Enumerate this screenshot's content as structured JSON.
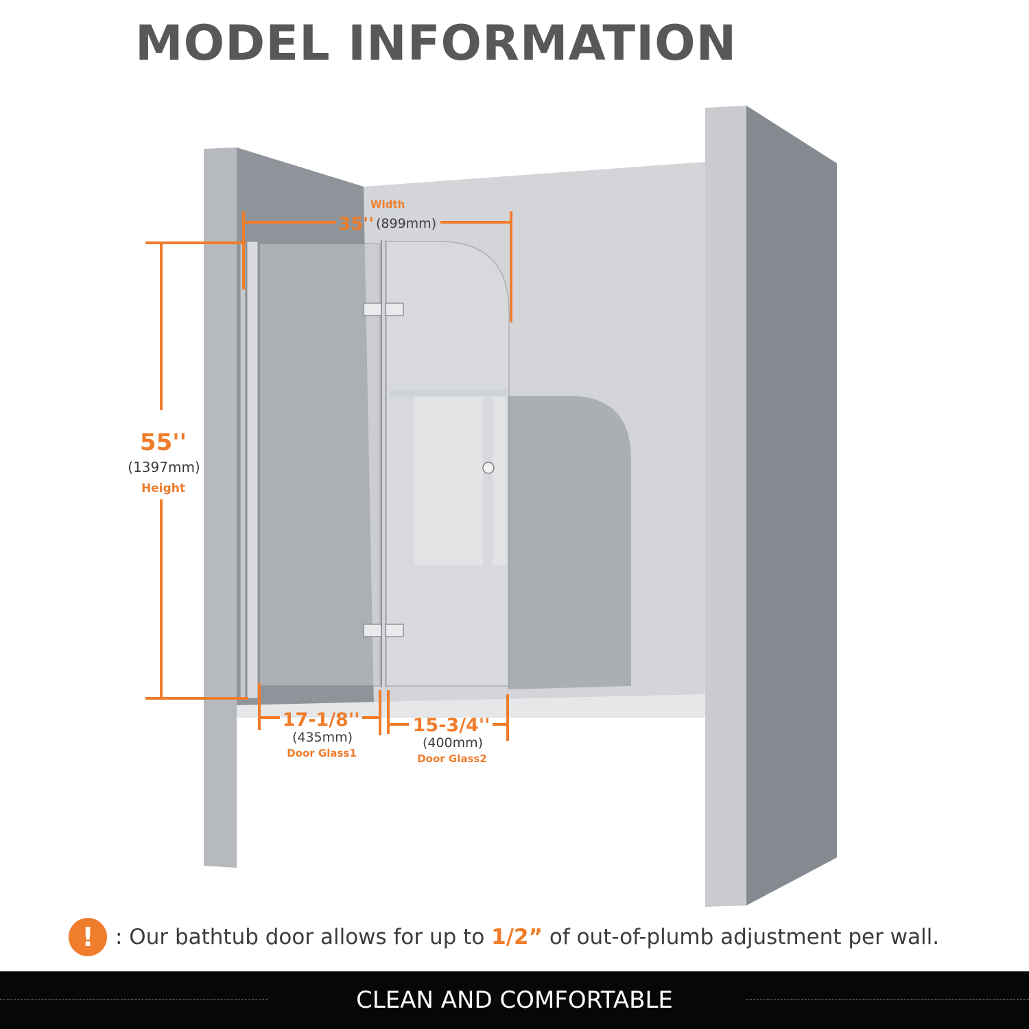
{
  "title": "MODEL INFORMATION",
  "width": {
    "label": "Width",
    "inches": "35''",
    "mm": "(899mm)"
  },
  "height": {
    "label": "Height",
    "inches": "55''",
    "mm": "(1397mm)"
  },
  "glass1": {
    "label": "Door Glass1",
    "inches": "17-1/8''",
    "mm": "(435mm)"
  },
  "glass2": {
    "label": "Door Glass2",
    "inches": "15-3/4''",
    "mm": "(400mm)"
  },
  "note": {
    "badge": "!",
    "prefix": ": Our bathtub door allows for up to ",
    "highlight": "1/2”",
    "suffix": " of out-of-plumb adjustment per wall."
  },
  "footer": {
    "text": "CLEAN AND COMFORTABLE"
  },
  "colors": {
    "accent": "#ef7d2c",
    "title": "#585858",
    "footer_bg": "#070707"
  }
}
